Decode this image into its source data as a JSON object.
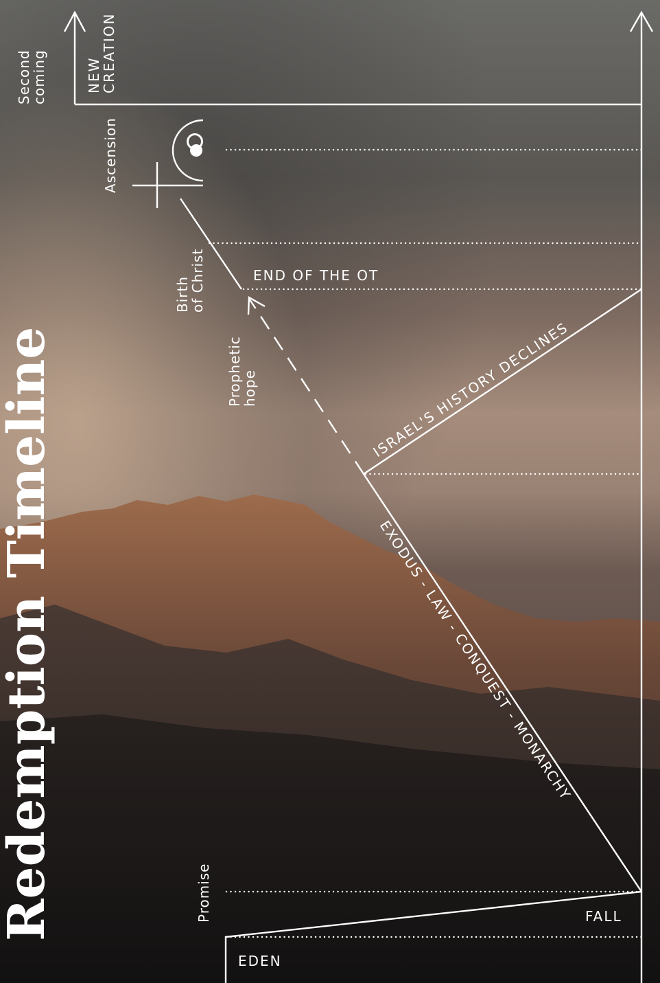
{
  "title": "Redemption Timeline",
  "events": {
    "second_coming": [
      "Second",
      "coming"
    ],
    "new_creation": [
      "NEW",
      "CREATION"
    ],
    "ascension": "Ascension",
    "birth_of_christ": [
      "Birth",
      "of Christ"
    ],
    "end_of_ot": "END OF THE OT",
    "prophetic_hope": [
      "Prophetic",
      "hope"
    ],
    "israel_decline": "ISRAEL'S HISTORY DECLINES",
    "exodus_path": "EXODUS - LAW - CONQUEST - MONARCHY",
    "promise": "Promise",
    "fall": "FALL",
    "eden": "EDEN"
  },
  "icons": [
    "cross-icon",
    "ascension-icon",
    "arrow-up-icon"
  ],
  "colors": {
    "line": "#ffffff",
    "sky_top": "#6b6b68",
    "sky_warm": "#a88a78",
    "mountain_lit": "#a8704a",
    "ground_dark": "#1a1817"
  }
}
